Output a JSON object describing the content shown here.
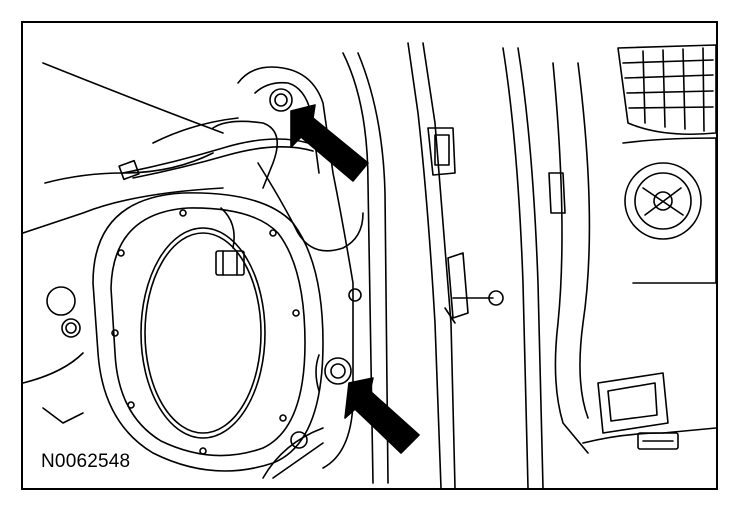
{
  "figure": {
    "id_label": "N0062548"
  },
  "colors": {
    "line": "#000000",
    "background": "#ffffff"
  },
  "callouts": [
    {
      "name": "upper-bolt",
      "target": "upper-mounting-bolt"
    },
    {
      "name": "lower-bolt",
      "target": "lower-mounting-bolt"
    }
  ]
}
